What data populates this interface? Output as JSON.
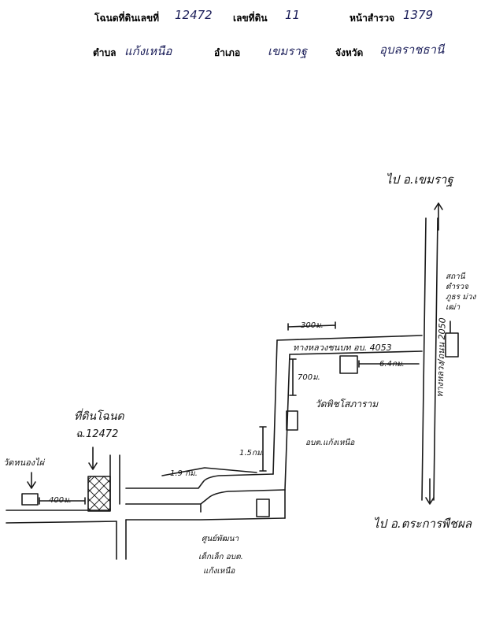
{
  "header": {
    "title_deed_label": "โฉนดที่ดินเลขที่",
    "title_deed_no": "12472",
    "land_no_label": "เลขที่ดิน",
    "land_no": "11",
    "survey_page_label": "หน้าสำรวจ",
    "survey_page": "1379",
    "subdistrict_label": "ตำบล",
    "subdistrict": "แก้งเหนือ",
    "district_label": "อำเภอ",
    "district": "เขมราฐ",
    "province_label": "จังหวัด",
    "province": "อุบลราชธานี"
  },
  "map": {
    "to_north": "ไป อ.เขมราฐ",
    "to_south": "ไป อ.ตระการพืชผล",
    "police_box": "สถานี ตำรวจ ภูธร ม่วงเฒ่า",
    "highway_vertical": "ทางหลวง/ถนน 2050",
    "local_road": "ทางหลวงชนบท อบ. 4053",
    "dist_300m": "300ม.",
    "dist_700m": "700ม.",
    "dist_64km": "6.4กม.",
    "temple_right": "วัดพิชโสภาราม",
    "tambon_office": "อบต.แก้งเหนือ",
    "dist_15km": "1.5กม.",
    "dist_19km": "1.9 กม.",
    "parcel_label": "ที่ดินโฉนด",
    "parcel_no": "ฉ.12472",
    "temple_left": "วัดหนองไผ่",
    "dist_400m": "400ม.",
    "childcare_1": "ศูนย์พัฒนา",
    "childcare_2": "เด็กเล็ก อบต.",
    "childcare_3": "แก้งเหนือ"
  }
}
